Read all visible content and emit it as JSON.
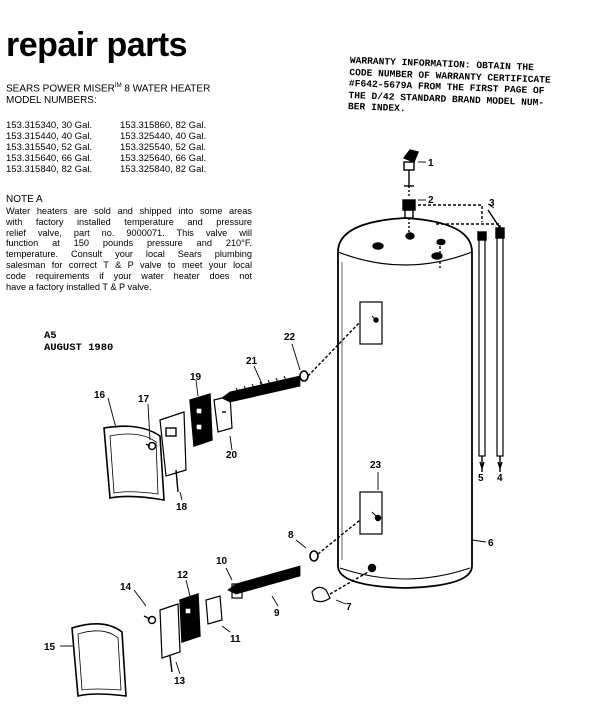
{
  "header": {
    "title": "repair parts",
    "product_line_1": "SEARS POWER MISER",
    "product_sup": "IM",
    "product_line_1_tail": "8 WATER HEATER",
    "product_line_2": "MODEL NUMBERS:"
  },
  "models": {
    "left": [
      "153.315340, 30 Gal.",
      "153.315440, 40 Gal.",
      "153.315540, 52 Gal.",
      "153.315640, 66 Gal.",
      "153.315840, 82 Gal."
    ],
    "right": [
      "153.315860, 82 Gal.",
      "153.325440, 40 Gal.",
      "153.325540, 52 Gal.",
      "153.325640, 66 Gal.",
      "153.325840, 82 Gal."
    ]
  },
  "note": {
    "heading": "NOTE A",
    "lines": [
      "Water heaters are sold and shipped into some areas",
      "with factory installed temperature and pressure",
      "relief valve, part no. 9000071. This valve will",
      "function at 150 pounds pressure and 210°F.",
      "temperature. Consult your local Sears plumbing",
      "salesman for correct T & P valve to meet your local",
      "code requirements if your water heater does not",
      "have a factory installed T & P valve."
    ]
  },
  "warranty": {
    "lines": [
      "WARRANTY INFORMATION: OBTAIN THE",
      "CODE NUMBER OF WARRANTY CERTIFICATE",
      "#F642-5679A FROM THE FIRST PAGE OF",
      "THE D/42 STANDARD BRAND MODEL NUM-",
      "BER INDEX."
    ]
  },
  "stamp": {
    "code": "A5",
    "date": "AUGUST 1980"
  },
  "callouts": {
    "c1": "1",
    "c2": "2",
    "c3": "3",
    "c4": "4",
    "c5": "5",
    "c6": "6",
    "c7": "7",
    "c8": "8",
    "c9": "9",
    "c10": "10",
    "c11": "11",
    "c12": "12",
    "c13": "13",
    "c14": "14",
    "c15": "15",
    "c16": "16",
    "c17": "17",
    "c18": "18",
    "c19": "19",
    "c20": "20",
    "c21": "21",
    "c22": "22",
    "c23": "23"
  }
}
